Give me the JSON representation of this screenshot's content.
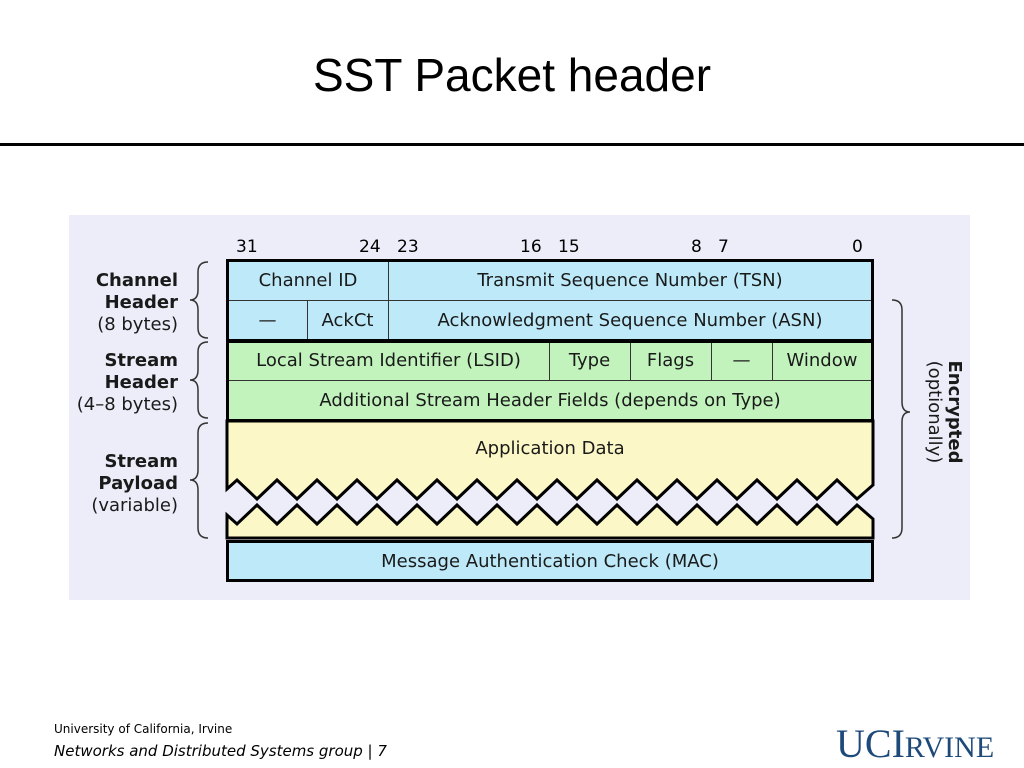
{
  "title": "SST Packet header",
  "diagram": {
    "bit_labels": [
      "31",
      "24",
      "23",
      "16",
      "15",
      "8",
      "7",
      "0"
    ],
    "channel_header": {
      "label": "Channel",
      "label2": "Header",
      "size": "(8 bytes)",
      "row1": {
        "channel_id": "Channel ID",
        "tsn": "Transmit Sequence Number (TSN)"
      },
      "row2": {
        "reserved": "—",
        "ackct": "AckCt",
        "asn": "Acknowledgment Sequence Number (ASN)"
      }
    },
    "stream_header": {
      "label": "Stream",
      "label2": "Header",
      "size": "(4–8 bytes)",
      "row1": {
        "lsid": "Local Stream Identifier (LSID)",
        "type": "Type",
        "flags": "Flags",
        "reserved": "—",
        "window": "Window"
      },
      "row2": {
        "additional": "Additional Stream Header Fields (depends on Type)"
      }
    },
    "stream_payload": {
      "label": "Stream",
      "label2": "Payload",
      "size": "(variable)",
      "data": "Application Data"
    },
    "mac": "Message Authentication Check (MAC)",
    "encrypted": {
      "label": "Encrypted",
      "sub": "(optionally)"
    },
    "colors": {
      "channel": "#bde9f8",
      "stream": "#c2f3bd",
      "payload": "#fbf7c6",
      "panel": "#ecedf8"
    }
  },
  "footer": {
    "institution": "University of California, Irvine",
    "group": "Networks and Distributed Systems group | 7"
  },
  "logo": {
    "uc": "UC",
    "i": "I",
    "rvine": "RVINE"
  }
}
